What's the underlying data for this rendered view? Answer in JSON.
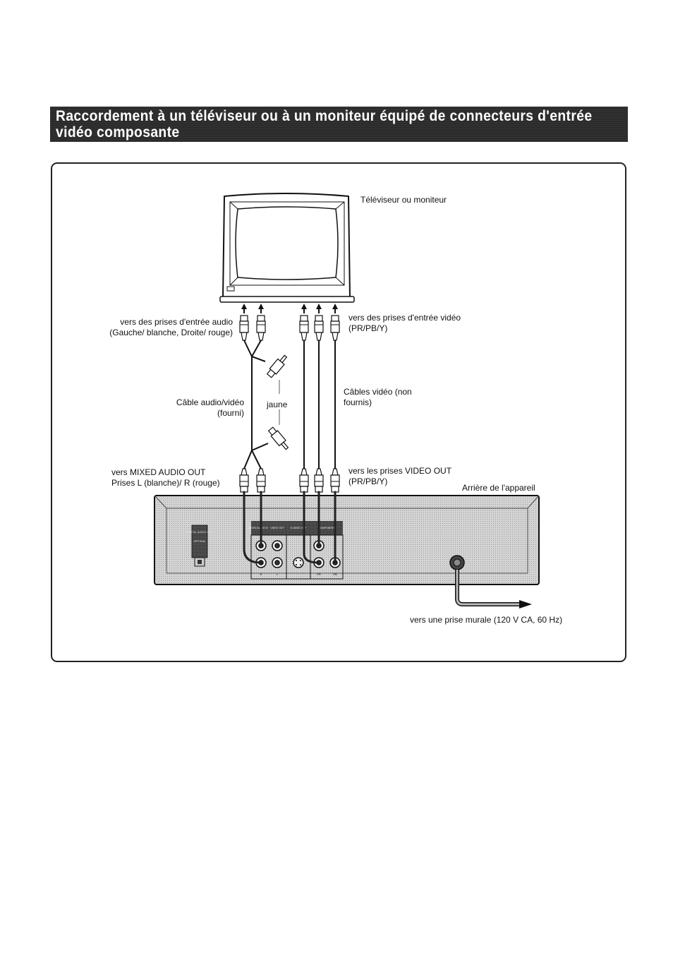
{
  "title": "Raccordement à un téléviseur ou à un moniteur équipé de connecteurs d'entrée vidéo composante",
  "labels": {
    "tv": "Téléviseur ou moniteur",
    "audio_input_line1": "vers des prises d'entrée audio",
    "audio_input_line2": "(Gauche/ blanche, Droite/ rouge)",
    "video_input_line1": "vers des prises d'entrée vidéo",
    "video_input_line2": "(PR/PB/Y)",
    "av_cable_line1": "Câble audio/vidéo",
    "av_cable_line2": "(fourni)",
    "yellow": "jaune",
    "video_cables_line1": "Câbles vidéo (non",
    "video_cables_line2": "fournis)",
    "mixed_audio_line1": "vers MIXED AUDIO OUT",
    "mixed_audio_line2": "Prises L (blanche)/ R (rouge)",
    "video_out_line1": "vers les prises VIDEO OUT",
    "video_out_line2": "(PR/PB/Y)",
    "rear": "Arrière de l'appareil",
    "wall_outlet": "vers une prise murale (120 V CA, 60 Hz)"
  },
  "panel": {
    "digital_out": "DIGITAL AUDIO OUT",
    "optical": "OPTICAL",
    "mixed_audio": "MIXED AUDIO OUT",
    "video_out": "VIDEO OUT",
    "s_video": "S-VIDEO OUT",
    "component": "COMPONENT",
    "jack_r": "R",
    "jack_l": "L",
    "jack_pr": "PR",
    "jack_pb": "PB"
  }
}
